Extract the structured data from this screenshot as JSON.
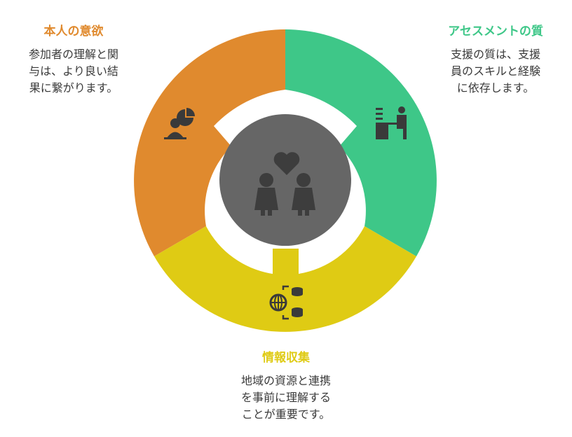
{
  "colors": {
    "motivation": "#E08A2E",
    "assessment": "#3EC788",
    "info": "#DFCB14",
    "center": "#666666",
    "icon_light": "#3a3a3a",
    "icon_dark": "#3d3d3d"
  },
  "segments": [
    {
      "key": "motivation",
      "title": "本人の意欲",
      "description_lines": [
        "参加者の理解と関",
        "与は、より良い結",
        "果に繋がります。"
      ],
      "icon": "person-with-pie-chart-icon"
    },
    {
      "key": "assessment",
      "title": "アセスメントの質",
      "description_lines": [
        "支援の質は、支援",
        "員のスキルと経験",
        "に依存します。"
      ],
      "icon": "person-at-desk-icon"
    },
    {
      "key": "info",
      "title": "情報収集",
      "description_lines": [
        "地域の資源と連携",
        "を事前に理解する",
        "ことが重要です。"
      ],
      "icon": "globe-database-icon"
    }
  ],
  "center": {
    "icon": "two-people-with-heart-icon"
  }
}
